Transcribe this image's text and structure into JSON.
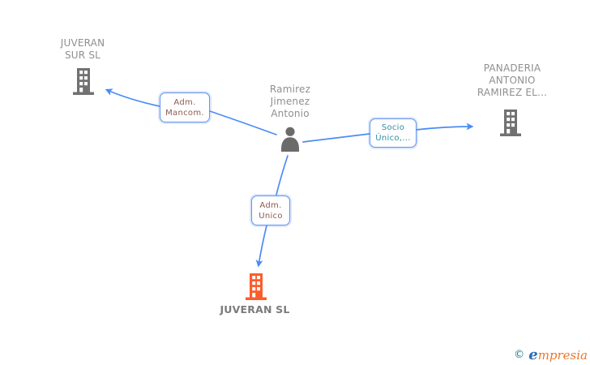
{
  "diagram": {
    "person": {
      "name": "Ramirez\nJimenez\nAntonio"
    },
    "companies": [
      {
        "name": "JUVERAN\nSUR SL",
        "icon_color": "gray"
      },
      {
        "name": "PANADERIA\nANTONIO\nRAMIREZ EL...",
        "icon_color": "gray"
      },
      {
        "name": "JUVERAN SL",
        "icon_color": "orange"
      }
    ],
    "edges": [
      {
        "label": "Adm.\nMancom.",
        "from": "Ramirez Jimenez Antonio",
        "to": "JUVERAN SUR SL"
      },
      {
        "label": "Socio\nÚnico,...",
        "from": "Ramirez Jimenez Antonio",
        "to": "PANADERIA ANTONIO RAMIREZ EL..."
      },
      {
        "label": "Adm.\nUnico",
        "from": "Ramirez Jimenez Antonio",
        "to": "JUVERAN SL"
      }
    ]
  },
  "colors": {
    "edge_blue": "#4a8cf7",
    "box_border_blue": "#6193ee",
    "label_admin_brown": "#8d5a52",
    "label_socio_teal": "#2e8fa3",
    "company_label_gray": "#8f8f8f",
    "icon_gray": "#717171",
    "icon_orange": "#fb5d2d",
    "person_gray": "#6b6b6b",
    "logo_teal": "#1d7b8e",
    "logo_blue": "#2a6cb8",
    "logo_orange": "#e8792e"
  },
  "watermark": {
    "copyright_symbol": "©",
    "brand_e": "e",
    "brand_rest": "mpresia"
  }
}
